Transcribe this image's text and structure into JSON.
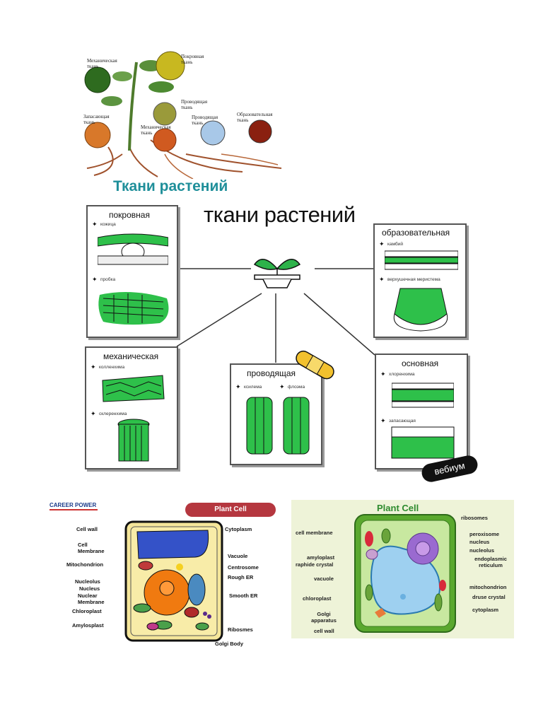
{
  "panel1": {
    "title": "Ткани растений",
    "labels": {
      "mech_top": "Механическая ткань",
      "cover": "Покровная ткань",
      "storage": "Запасающая ткань",
      "conductive1": "Проводящая ткань",
      "mech_mid": "Механическая ткань",
      "conductive2": "Проводящая ткань",
      "formative": "Образовательная ткань"
    }
  },
  "panel2": {
    "title": "ткани растений",
    "cards": {
      "cover": {
        "title": "покровная",
        "items": [
          "кожица",
          "пробка"
        ]
      },
      "formative": {
        "title": "образовательная",
        "items": [
          "камбий",
          "верхушечная меристема"
        ]
      },
      "mechanical": {
        "title": "механическая",
        "items": [
          "колленхима",
          "склеренхима"
        ]
      },
      "conductive": {
        "title": "проводящая",
        "items": [
          "ксилема",
          "флоэма"
        ]
      },
      "basic": {
        "title": "основная",
        "items": [
          "хлоренхима",
          "запасающая"
        ]
      }
    },
    "badge": "вебиум"
  },
  "panel3": {
    "brand": "CAREER POWER",
    "title": "Plant Cell",
    "left_labels": [
      "Cell wall",
      "Cell Membrane",
      "Mitochondrion",
      "Nucleolus",
      "Nucleus",
      "Nuclear Membrane",
      "Chloroplast",
      "Amylosplast"
    ],
    "right_labels": [
      "Cytoplasm",
      "Vacuole",
      "Centrosome",
      "Rough ER",
      "Smooth ER",
      "Ribosmes",
      "Golgi Body"
    ]
  },
  "panel4": {
    "title": "Plant Cell",
    "left_labels": [
      "cell membrane",
      "amyloplast",
      "raphide crystal",
      "vacuole",
      "chloroplast",
      "Golgi apparatus",
      "cell wall"
    ],
    "right_labels": [
      "ribosomes",
      "peroxisome",
      "nucleus",
      "nucleolus",
      "endoplasmic reticulum",
      "mitochondrion",
      "druse crystal",
      "cytoplasm"
    ]
  }
}
